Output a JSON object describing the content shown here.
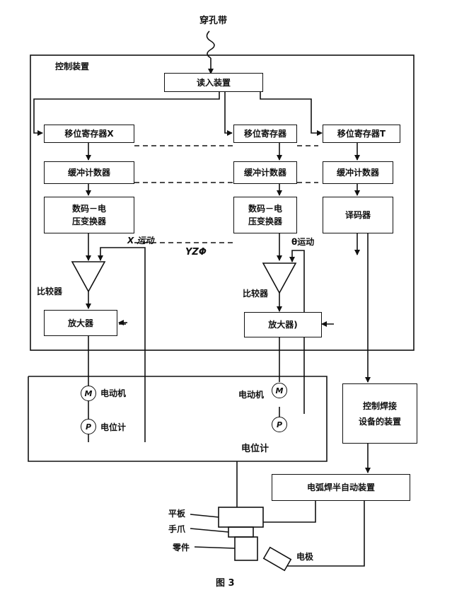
{
  "tape": "穿孔带",
  "control_device": "控制装置",
  "reader": "读入装置",
  "shift_x": "移位寄存器X",
  "shift_mid": "移位寄存器",
  "shift_t": "移位寄存器T",
  "buffer_x": "缓冲计数器",
  "buffer_mid": "缓冲计数器",
  "buffer_t": "缓冲计数器",
  "dac_x_line1": "数码－电",
  "dac_x_line2": "压变换器",
  "dac_mid_line1": "数码－电",
  "dac_mid_line2": "压变换器",
  "decoder": "译码器",
  "x_motion": "X 运动",
  "yz_phi": "YZΦ",
  "theta_motion": "θ运动",
  "comparator_left": "比较器",
  "comparator_mid": "比较器",
  "amp_left": "放大器",
  "amp_mid": "放大器)",
  "motor_left_symbol": "M",
  "motor_left": "电动机",
  "pot_left_symbol": "P",
  "pot_left": "电位计",
  "motor_mid": "电动机",
  "motor_mid_symbol": "M",
  "pot_mid_symbol": "P",
  "pot_mid": "电位计",
  "weld_ctrl_line1": "控制焊接",
  "weld_ctrl_line2": "设备的装置",
  "arc_welder": "电弧焊半自动装置",
  "plate": "平板",
  "chuck": "手爪",
  "part": "零件",
  "electrode": "电极",
  "caption": "图 3"
}
